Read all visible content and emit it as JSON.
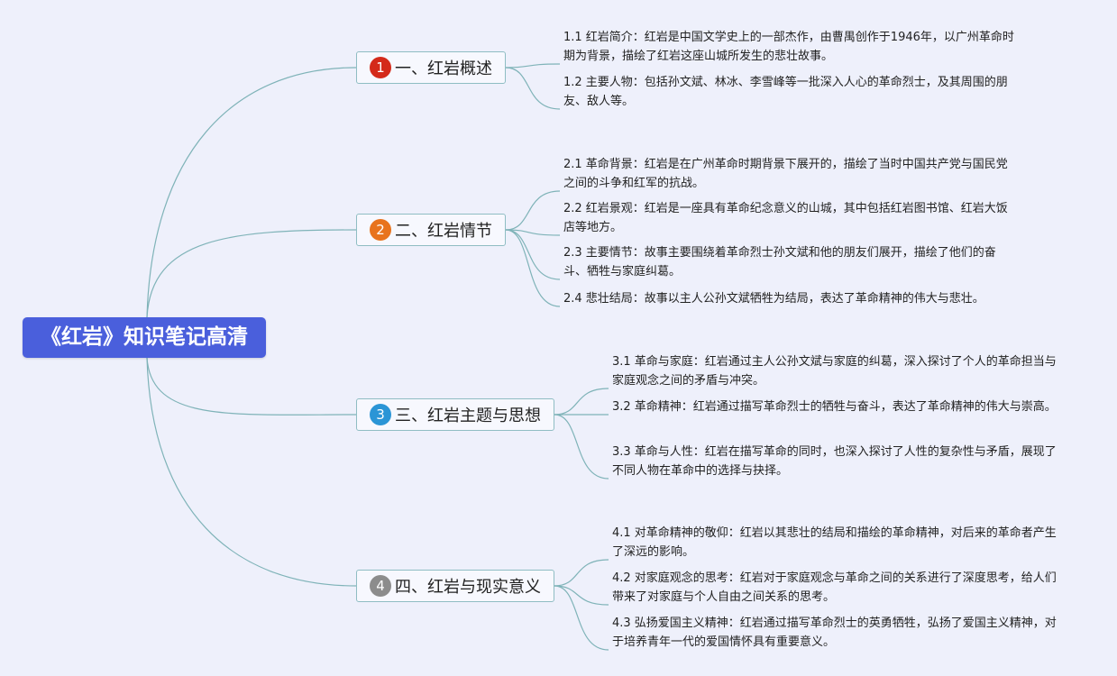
{
  "root": {
    "title": "《红岩》知识笔记高清"
  },
  "colors": {
    "root_bg": "#4a5fdc",
    "connector": "#7fb3b8",
    "badge_1": "#d42a1a",
    "badge_2": "#e8731d",
    "badge_3": "#2b95d6",
    "badge_4": "#8c8c8c"
  },
  "branches": [
    {
      "badge": "1",
      "label": "一、红岩概述",
      "items": [
        "1.1 红岩简介：红岩是中国文学史上的一部杰作，由曹禺创作于1946年，以广州革命时期为背景，描绘了红岩这座山城所发生的悲壮故事。",
        "1.2 主要人物：包括孙文斌、林冰、李雪峰等一批深入人心的革命烈士，及其周围的朋友、敌人等。"
      ]
    },
    {
      "badge": "2",
      "label": "二、红岩情节",
      "items": [
        "2.1 革命背景：红岩是在广州革命时期背景下展开的，描绘了当时中国共产党与国民党之间的斗争和红军的抗战。",
        "2.2 红岩景观：红岩是一座具有革命纪念意义的山城，其中包括红岩图书馆、红岩大饭店等地方。",
        "2.3 主要情节：故事主要围绕着革命烈士孙文斌和他的朋友们展开，描绘了他们的奋斗、牺牲与家庭纠葛。",
        "2.4 悲壮结局：故事以主人公孙文斌牺牲为结局，表达了革命精神的伟大与悲壮。"
      ]
    },
    {
      "badge": "3",
      "label": "三、红岩主题与思想",
      "items": [
        "3.1 革命与家庭：红岩通过主人公孙文斌与家庭的纠葛，深入探讨了个人的革命担当与家庭观念之间的矛盾与冲突。",
        "3.2 革命精神：红岩通过描写革命烈士的牺牲与奋斗，表达了革命精神的伟大与崇高。",
        "3.3 革命与人性：红岩在描写革命的同时，也深入探讨了人性的复杂性与矛盾，展现了不同人物在革命中的选择与抉择。"
      ]
    },
    {
      "badge": "4",
      "label": "四、红岩与现实意义",
      "items": [
        "4.1 对革命精神的敬仰：红岩以其悲壮的结局和描绘的革命精神，对后来的革命者产生了深远的影响。",
        "4.2 对家庭观念的思考：红岩对于家庭观念与革命之间的关系进行了深度思考，给人们带来了对家庭与个人自由之间关系的思考。",
        "4.3 弘扬爱国主义精神：红岩通过描写革命烈士的英勇牺牲，弘扬了爱国主义精神，对于培养青年一代的爱国情怀具有重要意义。"
      ]
    }
  ]
}
